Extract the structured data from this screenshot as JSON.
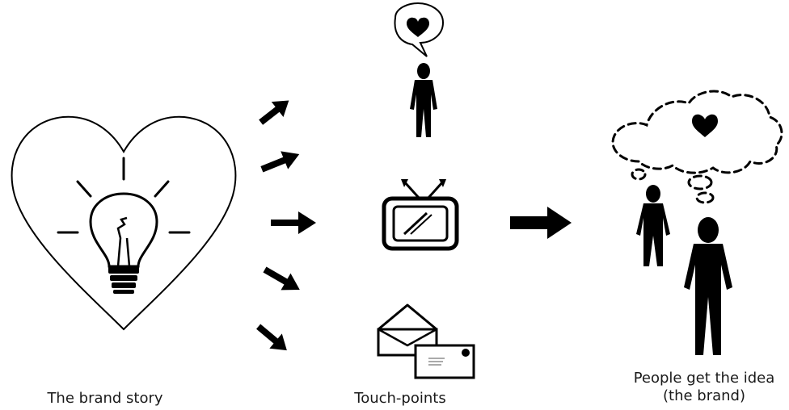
{
  "captions": {
    "brand_story": "The brand story",
    "touch_points": "Touch-points",
    "people_line1": "People get the idea",
    "people_line2": "(the brand)"
  },
  "icons": [
    "heart-outline-icon",
    "lightbulb-icon",
    "arrow-icon",
    "speech-bubble-icon",
    "person-icon",
    "television-icon",
    "envelope-icon",
    "thought-cloud-icon",
    "heart-icon"
  ],
  "colors": {
    "ink": "#000000",
    "background": "#ffffff",
    "text": "#1a1a1a"
  }
}
